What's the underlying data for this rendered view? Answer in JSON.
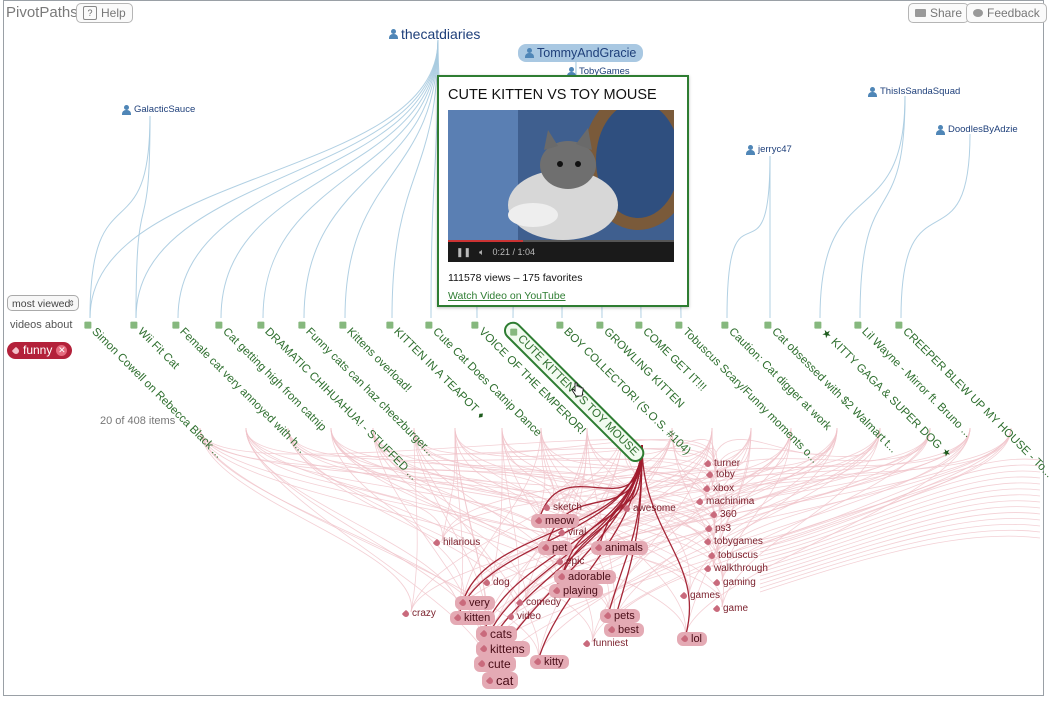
{
  "app": {
    "title": "PivotPaths"
  },
  "toolbar": {
    "help_label": "Help",
    "share_label": "Share",
    "feedback_label": "Feedback"
  },
  "users": [
    {
      "name": "thecatdiaries",
      "size": "big",
      "selected": false
    },
    {
      "name": "TommyAndGracie",
      "size": "mid",
      "selected": true
    },
    {
      "name": "TobyGames",
      "size": "small",
      "selected": false
    },
    {
      "name": "GalacticSauce",
      "size": "small",
      "selected": false
    },
    {
      "name": "ThisIsSandaSquad",
      "size": "small",
      "selected": false
    },
    {
      "name": "DoodlesByAdzie",
      "size": "small",
      "selected": false
    },
    {
      "name": "jerryc47",
      "size": "small",
      "selected": false
    }
  ],
  "sidebar": {
    "sort_value": "most viewed",
    "videos_about_label": "videos about",
    "filter_tag": "funny",
    "item_count_label": "20 of 408 items"
  },
  "videos": [
    {
      "title": "Simon Cowell on Rebecca Black ..."
    },
    {
      "title": "Wii Fit Cat"
    },
    {
      "title": "Female cat very annoyed with h..."
    },
    {
      "title": "Cat getting high from catnip"
    },
    {
      "title": "DRAMATIC CHIHUAHUA! - STUFFED ..."
    },
    {
      "title": "Funny cats can haz cheezburger..."
    },
    {
      "title": "Kittens overload!"
    },
    {
      "title": "KITTEN IN A TEAPOT",
      "suffix": "♦"
    },
    {
      "title": "Cute Cat Does Catnip Dance"
    },
    {
      "title": "VOICE OF THE EMPEROR!"
    },
    {
      "title": "CUTE KITTEN VS TOY MOUSE",
      "selected": true
    },
    {
      "title": "BOY COLLECTOR! (S.O.S. #104)"
    },
    {
      "title": "GROWLING KITTEN"
    },
    {
      "title": "COME GET IT!!!"
    },
    {
      "title": "Tobuscus Scary/Funny moments o..."
    },
    {
      "title": "Caution: Cat digger at work"
    },
    {
      "title": "Cat obsessed with $2 Walmart t..."
    },
    {
      "title": "KITTY GAGA & SUPER DOG",
      "star": "★",
      "suffix": "★"
    },
    {
      "title": "Lil Wayne - Mirror ft. Bruno ..."
    },
    {
      "title": "CREEPER BLEW UP MY HOUSE - To..."
    }
  ],
  "tags": [
    {
      "label": "turner",
      "hl": false
    },
    {
      "label": "toby",
      "hl": false
    },
    {
      "label": "xbox",
      "hl": false
    },
    {
      "label": "machinima",
      "hl": false
    },
    {
      "label": "360",
      "hl": false
    },
    {
      "label": "ps3",
      "hl": false
    },
    {
      "label": "tobygames",
      "hl": false
    },
    {
      "label": "tobuscus",
      "hl": false
    },
    {
      "label": "walkthrough",
      "hl": false
    },
    {
      "label": "gaming",
      "hl": false
    },
    {
      "label": "games",
      "hl": false
    },
    {
      "label": "game",
      "hl": false
    },
    {
      "label": "sketch",
      "hl": false
    },
    {
      "label": "meow",
      "hl": true
    },
    {
      "label": "viral",
      "hl": false
    },
    {
      "label": "awesome",
      "hl": false
    },
    {
      "label": "pet",
      "hl": true
    },
    {
      "label": "animals",
      "hl": true
    },
    {
      "label": "epic",
      "hl": false
    },
    {
      "label": "adorable",
      "hl": true
    },
    {
      "label": "playing",
      "hl": true
    },
    {
      "label": "hilarious",
      "hl": false
    },
    {
      "label": "dog",
      "hl": false
    },
    {
      "label": "very",
      "hl": true
    },
    {
      "label": "comedy",
      "hl": false
    },
    {
      "label": "crazy",
      "hl": false
    },
    {
      "label": "kitten",
      "hl": true
    },
    {
      "label": "video",
      "hl": false
    },
    {
      "label": "pets",
      "hl": true
    },
    {
      "label": "best",
      "hl": true
    },
    {
      "label": "cats",
      "hl": true
    },
    {
      "label": "kittens",
      "hl": true
    },
    {
      "label": "funniest",
      "hl": false
    },
    {
      "label": "lol",
      "hl": true
    },
    {
      "label": "cute",
      "hl": true
    },
    {
      "label": "kitty",
      "hl": true
    },
    {
      "label": "cat",
      "hl": true
    }
  ],
  "popup": {
    "title": "CUTE KITTEN VS TOY MOUSE",
    "player_time": "0:21 / 1:04",
    "progress": 0.33,
    "stats": "111578 views – 175 favorites",
    "link_label": "Watch Video on YouTube"
  },
  "colors": {
    "user_link": "#a8cbe0",
    "video_green": "#2f6f2f",
    "tag_link": "#f0c4cb",
    "tag_link_selected": "#a01b2d",
    "popup_border": "#2e7d32"
  }
}
